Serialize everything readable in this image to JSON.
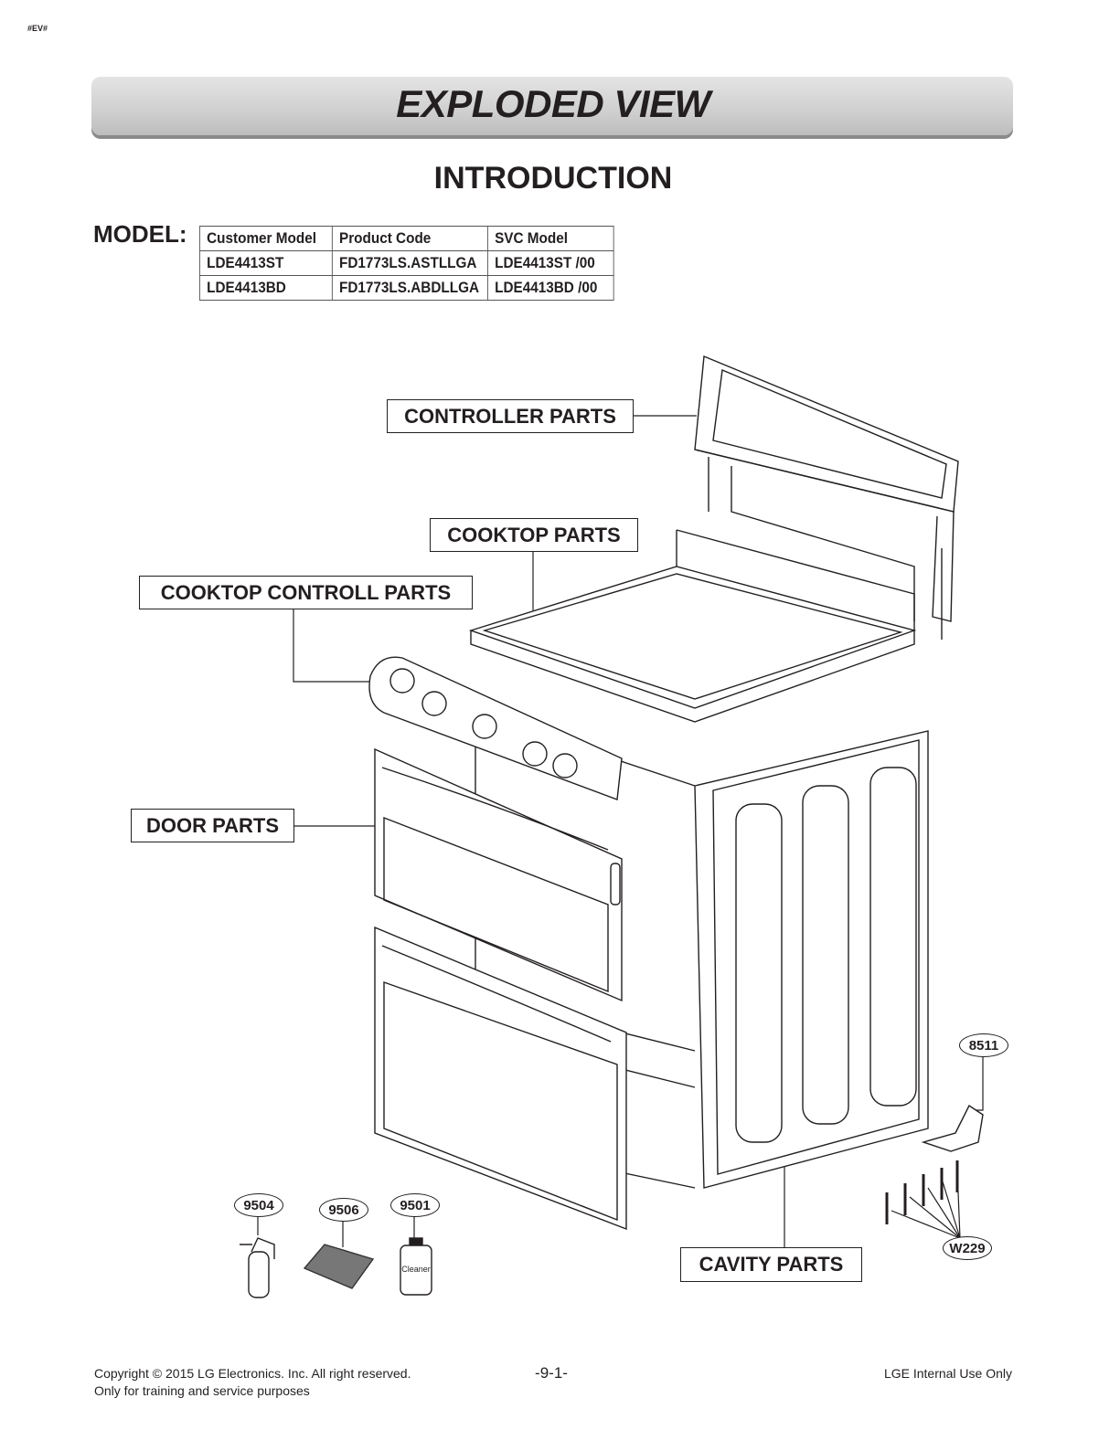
{
  "page_tag": "#EV#",
  "title": "EXPLODED VIEW",
  "subtitle": "INTRODUCTION",
  "model_label": "MODEL:",
  "model_table": {
    "headers": [
      "Customer Model",
      "Product Code",
      "SVC Model"
    ],
    "rows": [
      [
        "LDE4413ST",
        "FD1773LS.ASTLLGA",
        "LDE4413ST /00"
      ],
      [
        "LDE4413BD",
        "FD1773LS.ABDLLGA",
        "LDE4413BD /00"
      ]
    ]
  },
  "callouts": {
    "controller": "CONTROLLER PARTS",
    "cooktop": "COOKTOP PARTS",
    "cooktop_control": "COOKTOP CONTROLL PARTS",
    "door": "DOOR PARTS",
    "cavity": "CAVITY PARTS"
  },
  "part_numbers": {
    "p8511": "8511",
    "p9504": "9504",
    "p9506": "9506",
    "p9501": "9501",
    "w229": "W229"
  },
  "cleaner_label": "Cleaner",
  "footer": {
    "copyright": "Copyright © 2015 LG Electronics. Inc. All right reserved.",
    "note": "Only for training and service purposes",
    "page": "-9-1-",
    "internal": "LGE Internal Use Only"
  }
}
